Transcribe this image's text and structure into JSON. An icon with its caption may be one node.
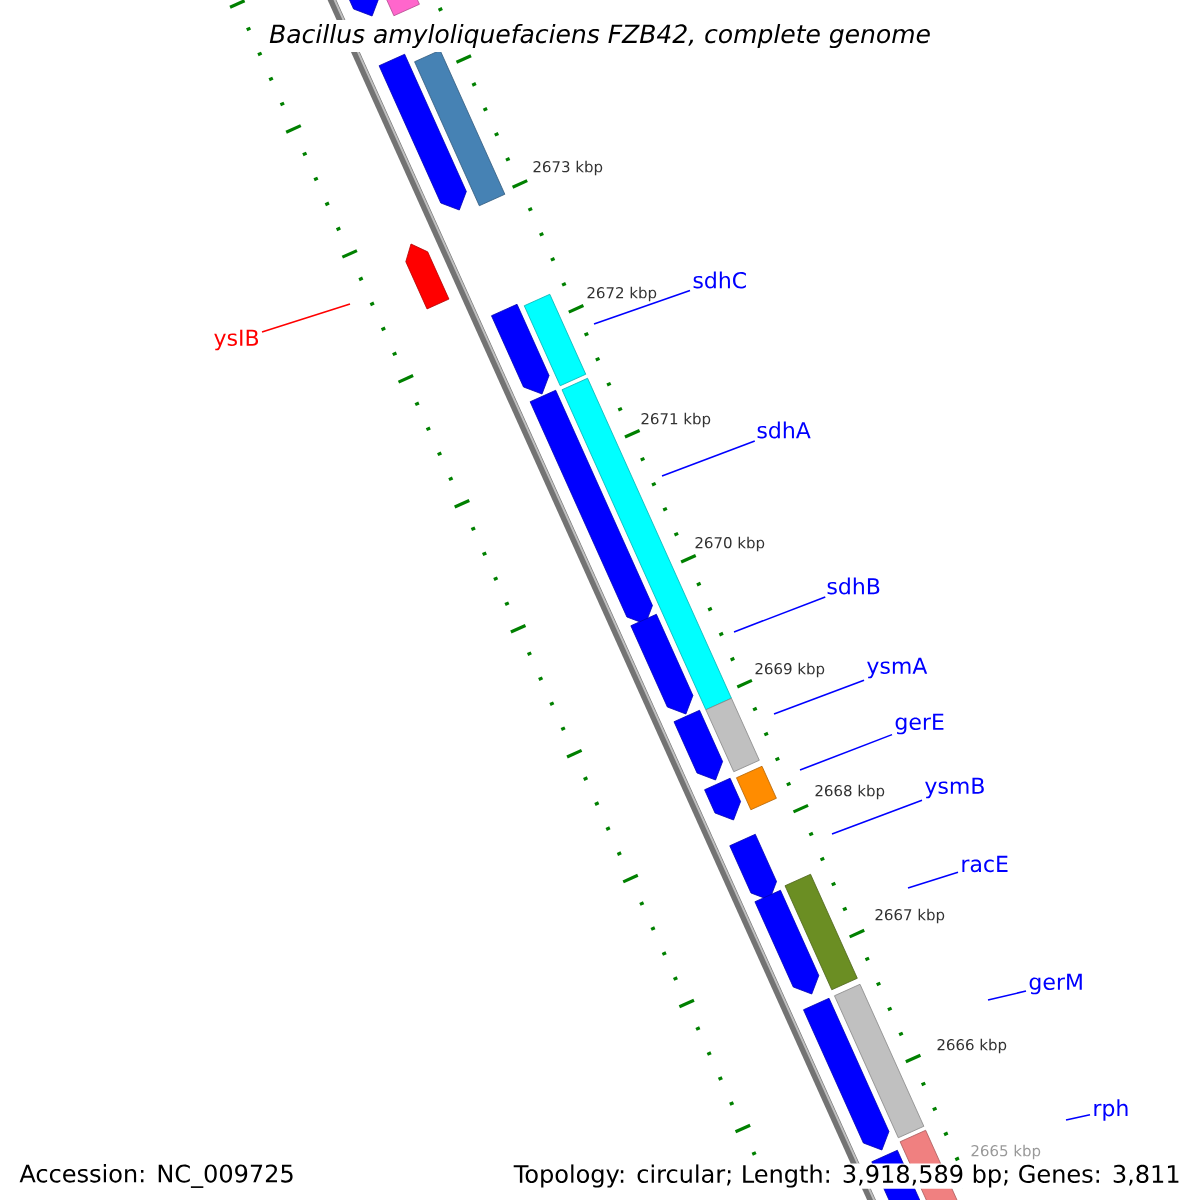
{
  "diagram": {
    "title": "Bacillus amyloliquefaciens FZB42, complete genome",
    "nodes": [
      {
        "text": [
          "sdhC"
        ]
      },
      {
        "text": [
          "ysIB"
        ]
      },
      {
        "text": [
          "sdhA"
        ]
      },
      {
        "text": [
          "sdhB"
        ]
      },
      {
        "text": [
          "ysmA"
        ]
      },
      {
        "text": [
          "gerE"
        ]
      },
      {
        "text": [
          "ysmB"
        ]
      },
      {
        "text": [
          "racE"
        ]
      },
      {
        "text": [
          "gerM"
        ]
      },
      {
        "text": [
          "rph"
        ]
      }
    ],
    "edges": [
      {
        "from": 0,
        "to": null,
        "arrow": "none"
      },
      {
        "from": 1,
        "to": null,
        "arrow": "none",
        "color": "#ff0000"
      },
      {
        "from": 2,
        "to": null,
        "arrow": "none"
      },
      {
        "from": 3,
        "to": null,
        "arrow": "none"
      },
      {
        "from": 4,
        "to": null,
        "arrow": "none"
      },
      {
        "from": 5,
        "to": null,
        "arrow": "none"
      },
      {
        "from": 6,
        "to": null,
        "arrow": "none"
      },
      {
        "from": 7,
        "to": null,
        "arrow": "none"
      },
      {
        "from": 8,
        "to": null,
        "arrow": "none"
      },
      {
        "from": 9,
        "to": null,
        "arrow": "none"
      }
    ],
    "labels": [
      "2673 kbp",
      "2672 kbp",
      "2671 kbp",
      "2670 kbp",
      "2669 kbp",
      "2668 kbp",
      "2667 kbp",
      "2666 kbp",
      "2665 kbp",
      "Accession: NC_009725",
      "Topology: circular; Length: 3,918,589 bp; Genes: 3,811"
    ]
  }
}
